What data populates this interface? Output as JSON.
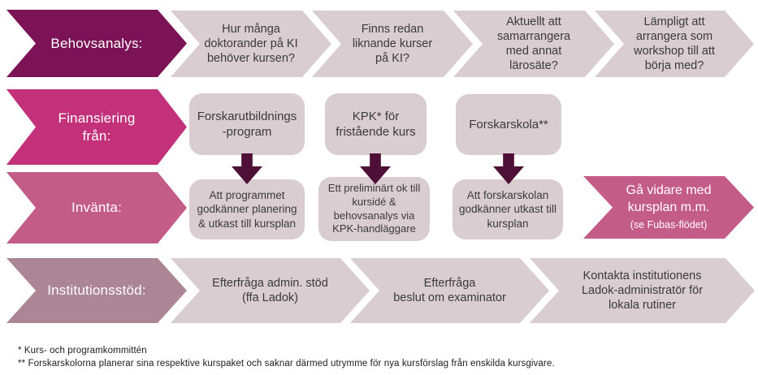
{
  "colors": {
    "row1_arrow": "#7b1356",
    "row2_arrow": "#c23179",
    "row3_arrow": "#c45c88",
    "row4_arrow": "#ac8694",
    "shape_light": "#d9cdd1",
    "connector_arrow": "#4f1038",
    "text_on_color": "#ffffff",
    "text_on_light": "#3a3a3a"
  },
  "rows": {
    "behovsanalys": {
      "label": "Behovsanalys:",
      "steps": [
        "Hur många\ndoktorander på KI\nbehöver kursen?",
        "Finns redan\nliknande kurser\npå KI?",
        "Aktuellt att\nsamarrangera\nmed annat\nlärosäte?",
        "Lämpligt att\narrangera som\nworkshop till att\nbörja med?"
      ]
    },
    "finansiering": {
      "label": "Finansiering\nfrån:",
      "sources": [
        "Forskarutbildnings\n-program",
        "KPK* för\nfristående kurs",
        "Forskarskola**"
      ]
    },
    "invanta": {
      "label": "Invänta:",
      "waits": [
        "Att programmet\ngodkänner planering\n& utkast till kursplan",
        "Ett preliminärt ok till\nkursidé &\nbehovsanalys via\nKPK-handläggare",
        "Att forskarskolan\ngodkänner utkast till\nkursplan"
      ],
      "next_step": {
        "title": "Gå vidare med\nkursplan m.m.",
        "subtitle": "(se Fubas-flödet)"
      }
    },
    "institutionsstod": {
      "label": "Institutionsstöd:",
      "steps": [
        "Efterfråga admin. stöd\n(ffa Ladok)",
        "Efterfråga\nbeslut om examinator",
        "Kontakta institutionens\nLadok-administratör för\nlokala rutiner"
      ]
    }
  },
  "footnotes": [
    "* Kurs- och programkommittén",
    "** Forskarskolorna planerar sina respektive kurspaket och saknar därmed utrymme för nya kursförslag från enskilda kursgivare."
  ]
}
